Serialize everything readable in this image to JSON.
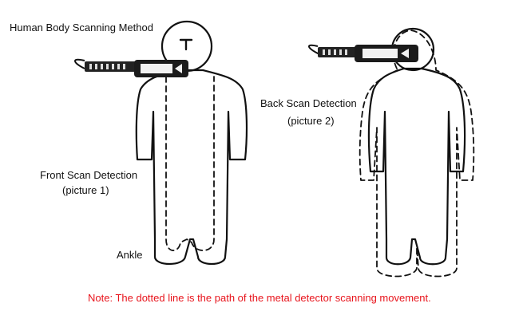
{
  "title": "Human Body Scanning Method",
  "figures": {
    "front": {
      "line1": "Front Scan Detection",
      "line2": "(picture 1)"
    },
    "back": {
      "line1": "Back Scan Detection",
      "line2": "(picture 2)"
    }
  },
  "ankle_label": "Ankle",
  "note": "Note: The dotted line is the path of the metal detector scanning movement.",
  "colors": {
    "note": "#e8141c",
    "ink": "#111111"
  },
  "icons": [
    "metal-detector-wand-icon",
    "metal-detector-wand-icon"
  ]
}
